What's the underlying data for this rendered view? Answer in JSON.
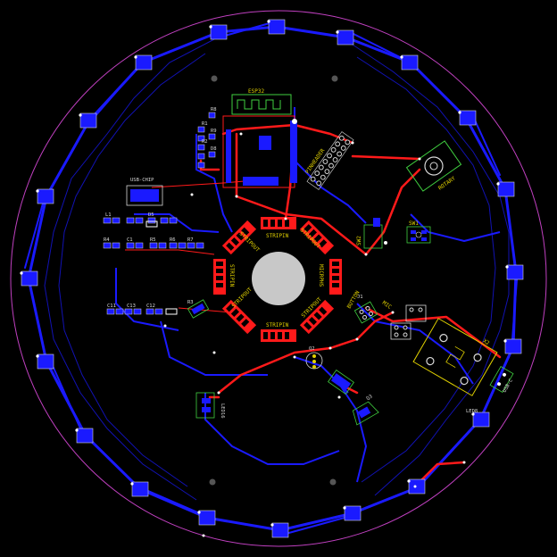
{
  "colors": {
    "background": "#000000",
    "outline": "#c040c0",
    "bottom_trace": "#1a1aff",
    "top_trace": "#ff1a1a",
    "silk_green": "#40d040",
    "silk_yellow": "#e0d000",
    "silk_white": "#d8d8d8",
    "center_pad": "#c8c8c8"
  },
  "labels": {
    "esp32": "ESP32",
    "usb_chip": "USB-CHIP",
    "strip_in_top": "STRIPIN",
    "strip_in_bottom": "STRIPIN",
    "strip_out_top_left": "STRIPOUT",
    "strip_out_bottom_left": "STRIPOUT",
    "strip_out_top_right": "STRIPOUT",
    "strip_out_bottom_right": "STRIPOUT",
    "strip_in_left": "STRIPIN",
    "mic_right": "MICRPHS",
    "pin_header": "PINHEADER",
    "rotary": "ROTARY",
    "sw1": "SW1",
    "sw2": "SW2",
    "j1": "J1",
    "x2": "X2",
    "q2": "Q2",
    "q3": "Q3",
    "d5": "D5",
    "d8": "D8",
    "l1": "L1",
    "c1": "C1",
    "c11": "C11",
    "c12": "C12",
    "c13": "C13",
    "r1": "R1",
    "r2": "R2",
    "r3": "R3",
    "r4": "R4",
    "r5": "R5",
    "r6": "R6",
    "r7": "R7",
    "r8": "R8",
    "r9": "R9",
    "led8": "LED8",
    "led16": "LED16",
    "usb_c": "USB-C",
    "button": "BUTTON",
    "mic": "MIC"
  }
}
